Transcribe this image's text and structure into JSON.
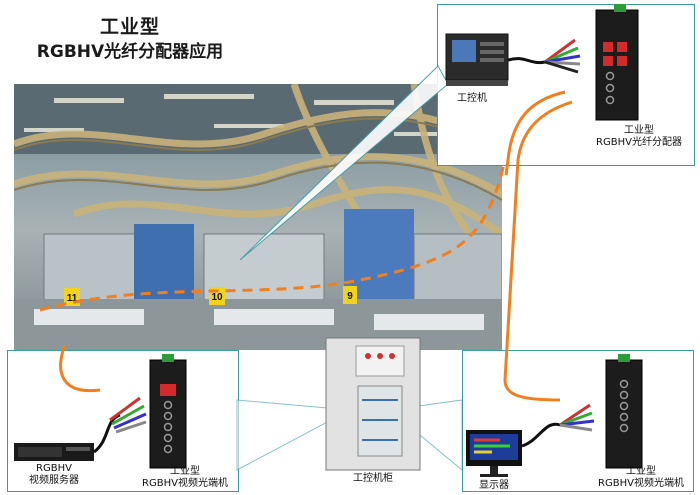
{
  "title": {
    "line1": "工业型",
    "line2": "RGBHV光纤分配器应用"
  },
  "labels": {
    "ipc": "工控机",
    "splitter_line1": "工业型",
    "splitter_line2": "RGBHV光纤分配器",
    "server_line1": "RGBHV",
    "server_line2": "视频服务器",
    "transmitter_line1": "工业型",
    "transmitter_line2": "RGBHV视频光端机",
    "cabinet": "工控机柜",
    "display": "显示器",
    "receiver_line1": "工业型",
    "receiver_line2": "RGBHV视频光端机"
  },
  "machine_markers": [
    "11",
    "10",
    "9"
  ],
  "colors": {
    "panel_border": "#3a9aa8",
    "fiber": "#f07f1f",
    "device_body": "#1c1c1c",
    "port_red": "#d32b2b",
    "terminal_green": "#2f9a3a"
  }
}
